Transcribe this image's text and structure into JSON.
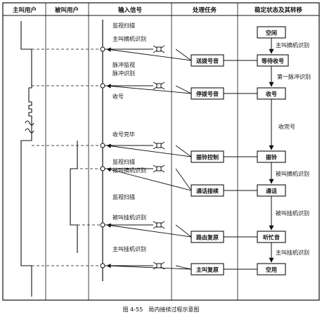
{
  "headers": {
    "caller": "主叫用户",
    "callee": "被叫用户",
    "input": "输入信号",
    "task": "处理任务",
    "state": "稳定状态及其转移"
  },
  "input_labels": {
    "monitor_scan_1": "监视扫描",
    "caller_offhook_detect": "主叫摘机识别",
    "pulse_monitor": "脉冲监视",
    "pulse_detect": "脉冲识别",
    "receive_digits": "收号",
    "digits_complete": "收号完毕",
    "monitor_scan_2": "监视扫描",
    "callee_offhook_detect": "被叫摘机识别",
    "monitor_scan_3": "监视扫描",
    "callee_onhook_detect": "被叫挂机识别",
    "caller_onhook_detect": "主叫挂机识别"
  },
  "tasks": {
    "send_dial_tone": "送拨号音",
    "stop_dial_tone": "停拨号音",
    "ring_control": "振铃控制",
    "talk_connect": "通话接续",
    "route_release": "路由复原",
    "caller_release": "主叫复原"
  },
  "states": {
    "idle": "空闲",
    "wait_digits": "等待收号",
    "receiving": "收号",
    "ringing": "振铃",
    "talking": "通话",
    "busy_tone": "听忙音",
    "idle_end": "空用"
  },
  "transitions": {
    "t1": "主叫摘机识别",
    "t2": "第一脉冲识别",
    "t3": "收完号",
    "t4": "被叫摘机识别",
    "t5": "被叫挂机识别",
    "t6": "主叫挂机识别"
  },
  "caption": "图 4-55　局内接续过程示意图"
}
